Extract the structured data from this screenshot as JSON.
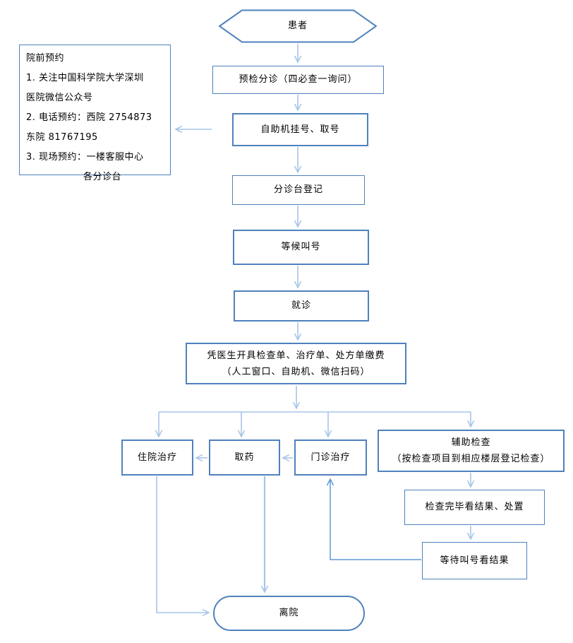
{
  "diagram": {
    "colors": {
      "node_border": "#4f81bd",
      "arrow_light": "#a6c5e8",
      "arrow_medium": "#5b9bd5",
      "text": "#000000",
      "background": "#ffffff"
    },
    "nodes": {
      "patient": "患者",
      "triage": "预检分诊（四必查一询问）",
      "kiosk": "自助机挂号、取号",
      "pre_appointment": "院前预约\n1. 关注中国科学院大学深圳\n医院微信公众号\n2. 电话预约：西院 2754873\n东院 81767195\n3. 现场预约：一楼客服中心\n　　　　　　各分诊台",
      "desk_register": "分诊台登记",
      "wait_call": "等候叫号",
      "consult": "就诊",
      "payment": "凭医生开具检查单、治疗单、处方单缴费\n（人工窗口、自助机、微信扫码）",
      "inpatient": "住院治疗",
      "pharmacy": "取药",
      "outpatient": "门诊治疗",
      "aux_exam": "辅助检查\n（按检查项目到相应楼层登记检查）",
      "exam_done": "检查完毕看结果、处置",
      "wait_result": "等待叫号看结果",
      "discharge": "离院"
    }
  }
}
